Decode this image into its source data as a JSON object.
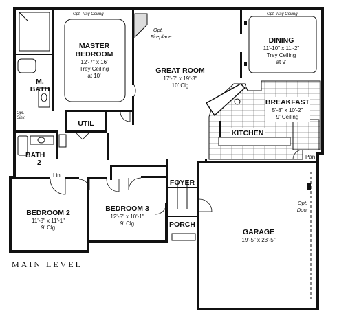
{
  "plan": {
    "level": "MAIN LEVEL",
    "opt_tray_ceiling": "Opt. Tray Ceiling",
    "opt_fireplace": [
      "Opt.",
      "Fireplace"
    ],
    "opt_door": [
      "Opt.",
      "Door"
    ],
    "opt_sink": [
      "Opt.",
      "Sink"
    ],
    "pan": "Pan",
    "lin": "Lin",
    "rooms": {
      "master_bedroom": {
        "name": [
          "MASTER",
          "BEDROOM"
        ],
        "details": [
          "12'-7\" x 16'",
          "Trey Ceiling",
          "at 10'"
        ]
      },
      "m_bath": {
        "name": [
          "M.",
          "BATH"
        ]
      },
      "util": {
        "name": "UTIL"
      },
      "bath2": {
        "name": [
          "BATH",
          "2"
        ]
      },
      "great_room": {
        "name": "GREAT ROOM",
        "details": [
          "17'-6\" x 19'-3\"",
          "10' Clg"
        ]
      },
      "dining": {
        "name": "DINING",
        "details": [
          "11'-10\" x 11'-2\"",
          "Trey Ceiling",
          "at 9'"
        ]
      },
      "breakfast": {
        "name": "BREAKFAST",
        "details": [
          "5'-8\" x 10'-2\"",
          "9' Ceiling"
        ]
      },
      "kitchen": {
        "name": "KITCHEN"
      },
      "foyer": {
        "name": "FOYER"
      },
      "porch": {
        "name": "PORCH"
      },
      "bedroom2": {
        "name": "BEDROOM 2",
        "details": [
          "11'-8\" x 11'-1\"",
          "9' Clg"
        ]
      },
      "bedroom3": {
        "name": "BEDROOM 3",
        "details": [
          "12'-5\" x 10'-1\"",
          "9' Clg"
        ]
      },
      "garage": {
        "name": "GARAGE",
        "details": [
          "19'-5\" x 23'-5\""
        ]
      }
    }
  }
}
